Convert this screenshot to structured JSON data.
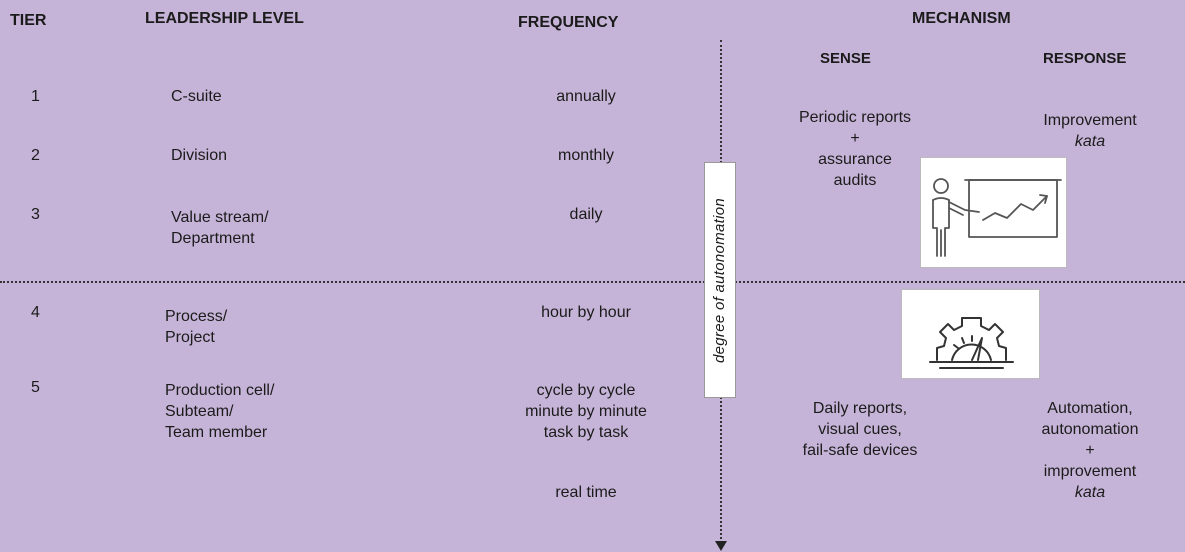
{
  "headers": {
    "tier": "TIER",
    "leadership": "LEADERSHIP LEVEL",
    "frequency": "FREQUENCY",
    "mechanism": "MECHANISM",
    "sense": "SENSE",
    "response": "RESPONSE"
  },
  "rows": [
    {
      "tier": "1",
      "level": "C-suite",
      "frequency": "annually"
    },
    {
      "tier": "2",
      "level": "Division",
      "frequency": "monthly"
    },
    {
      "tier": "3",
      "level": "Value stream/\nDepartment",
      "frequency": "daily"
    },
    {
      "tier": "4",
      "level": "Process/\nProject",
      "frequency": "hour by hour"
    },
    {
      "tier": "5",
      "level": "Production cell/\nSubteam/\nTeam member",
      "frequency": "cycle by cycle\nminute by minute\ntask by task"
    }
  ],
  "extra_frequency": "real time",
  "axis_label": "degree of autonomation",
  "upper": {
    "sense": "Periodic reports\n+\nassurance\naudits",
    "response_line1": "Improvement",
    "response_line2": "kata"
  },
  "lower": {
    "sense": "Daily reports,\nvisual cues,\nfail-safe devices",
    "response_lines": "Automation,\nautonomation\n+\nimprovement",
    "response_italic": "kata"
  },
  "icons": {
    "upper": "presentation-chart-icon",
    "lower": "gear-gauge-icon"
  },
  "colors": {
    "background": "#c5b4d7",
    "text": "#1b1b1b"
  }
}
